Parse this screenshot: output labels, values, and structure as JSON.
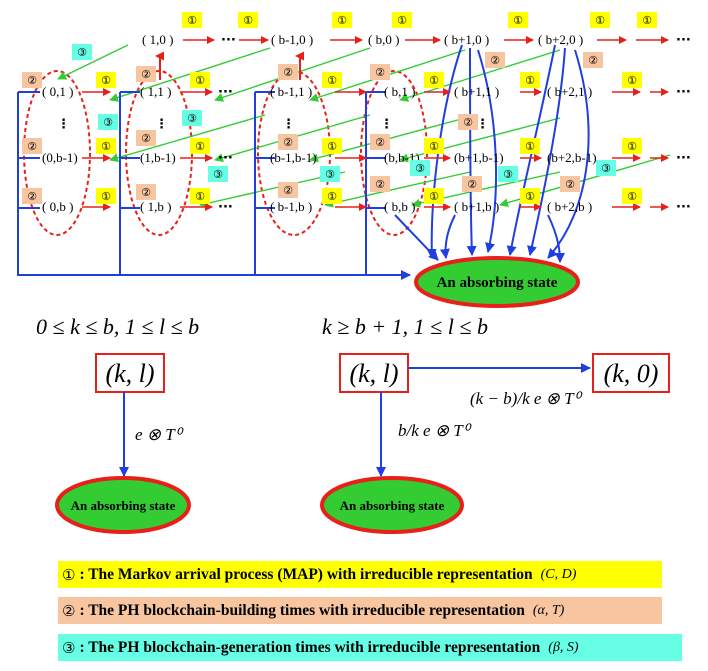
{
  "top_states": [
    "( 1,0 )",
    "( b-1,0 )",
    "( b,0 )",
    "( b+1,0 )",
    "( b+2,0 )"
  ],
  "grid_rows": [
    [
      "( 0,1 )",
      "( 1,1 )",
      "( b-1,1 )",
      "( b,1 )",
      "( b+1,1 )",
      "( b+2,1 )"
    ],
    [
      "(0,b-1)",
      "(1,b-1)",
      "(b-1,b-1)",
      "(b,b-1)",
      "(b+1,b-1)",
      "(b+2,b-1)"
    ],
    [
      "( 0,b )",
      "( 1,b )",
      "( b-1,b )",
      "( b,b )",
      "( b+1,b )",
      "( b+2,b )"
    ]
  ],
  "ellipsis": "···",
  "vdots": "⋮",
  "badge_labels": {
    "one": "①",
    "two": "②",
    "three": "③"
  },
  "absorbing_state_label": "An absorbing state",
  "left_panel": {
    "condition": "0 ≤ k ≤ b,  1 ≤ l ≤ b",
    "state": "(k, l)",
    "rate": "e ⊗ T⁰",
    "absorbing": "An absorbing state"
  },
  "right_panel": {
    "condition": "k ≥ b + 1,  1 ≤ l ≤ b",
    "state": "(k, l)",
    "target_state": "(k, 0)",
    "rate_to_target": "(k − b)/k  e ⊗ T⁰",
    "rate_to_absorbing": "b/k  e ⊗ T⁰",
    "absorbing": "An absorbing state"
  },
  "legend": [
    {
      "symbol": "①",
      "text": ": The Markov arrival process (MAP) with irreducible representation",
      "rep": "(C, D)",
      "color": "#ffff00"
    },
    {
      "symbol": "②",
      "text": ": The PH blockchain-building times with irreducible representation",
      "rep": "(α, T)",
      "color": "#f7c59f"
    },
    {
      "symbol": "③",
      "text": ": The PH blockchain-generation times with irreducible representation",
      "rep": "(β, S)",
      "color": "#66ffe6"
    }
  ],
  "colors": {
    "map": "#ffff00",
    "building": "#f7c59f",
    "generation": "#66ffe6",
    "red_arrow": "#e8201a",
    "blue_line": "#1f3fe0",
    "green_arrow": "#33cc33",
    "absorbing_fill": "#33cc33",
    "absorbing_border": "#e8201a"
  }
}
